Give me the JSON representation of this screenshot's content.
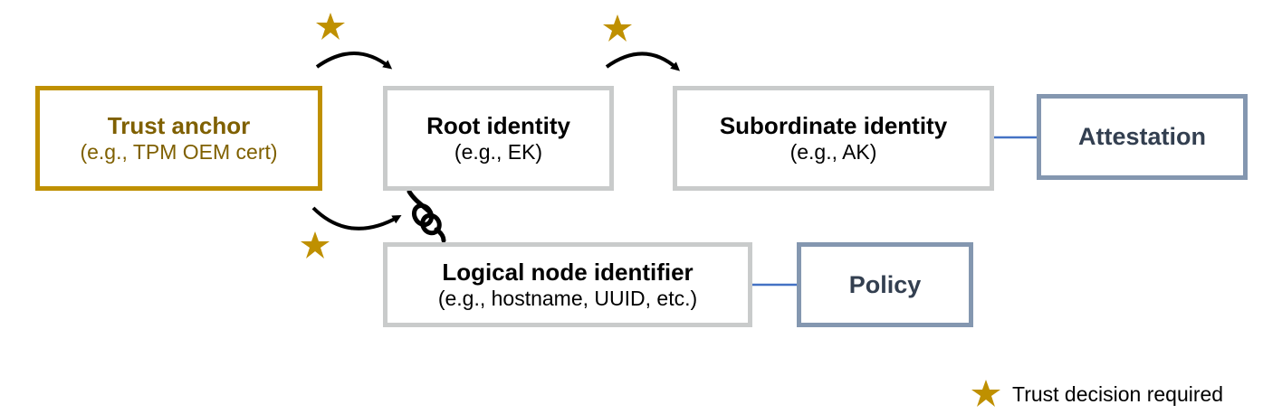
{
  "nodes": {
    "trust_anchor": {
      "title": "Trust anchor",
      "subtitle": "(e.g., TPM OEM cert)"
    },
    "root_identity": {
      "title": "Root identity",
      "subtitle": "(e.g., EK)"
    },
    "subordinate_identity": {
      "title": "Subordinate identity",
      "subtitle": "(e.g., AK)"
    },
    "logical_node": {
      "title": "Logical node identifier",
      "subtitle": "(e.g., hostname, UUID, etc.)"
    },
    "attestation": {
      "title": "Attestation"
    },
    "policy": {
      "title": "Policy"
    }
  },
  "legend": {
    "label": "Trust decision required"
  },
  "colors": {
    "gold": "#bf9000",
    "gold_text": "#7f6000",
    "gray_border": "#c9cbcb",
    "slate_border": "#8497b0",
    "slate_text": "#333f50",
    "blue_arrow": "#4472c4",
    "star": "#bf9000"
  },
  "icons": [
    "star-icon",
    "knot-icon",
    "curved-arrow-icon",
    "double-arrow-icon"
  ]
}
